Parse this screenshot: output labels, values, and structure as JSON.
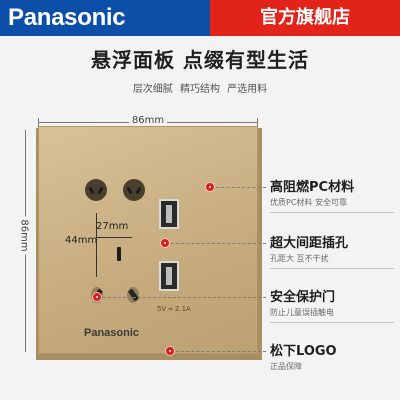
{
  "header": {
    "brand": "Panasonic",
    "store": "官方旗舰店"
  },
  "title": "悬浮面板 点缀有型生活",
  "subtitle": "层次细腻  精巧结构  严选用料",
  "dimensions": {
    "width_label": "86mm",
    "height_label": "86mm",
    "pin_spacing": "27mm",
    "pin_height": "44mm"
  },
  "plate": {
    "usb_label": "5V ═ 2.1A",
    "logo": "Panasonic"
  },
  "features": [
    {
      "title": "高阻燃PC材料",
      "desc": "优质PC材料 安全可靠"
    },
    {
      "title": "超大间距插孔",
      "desc": "孔距大 互不干扰"
    },
    {
      "title": "安全保护门",
      "desc": "防止儿童误插触电"
    },
    {
      "title": "松下LOGO",
      "desc": "正品保障"
    }
  ],
  "colors": {
    "brand_blue": "#0b4fa8",
    "store_red": "#e2231a",
    "marker_red": "#d8211b",
    "plate_gold": "#c7ad7f"
  }
}
